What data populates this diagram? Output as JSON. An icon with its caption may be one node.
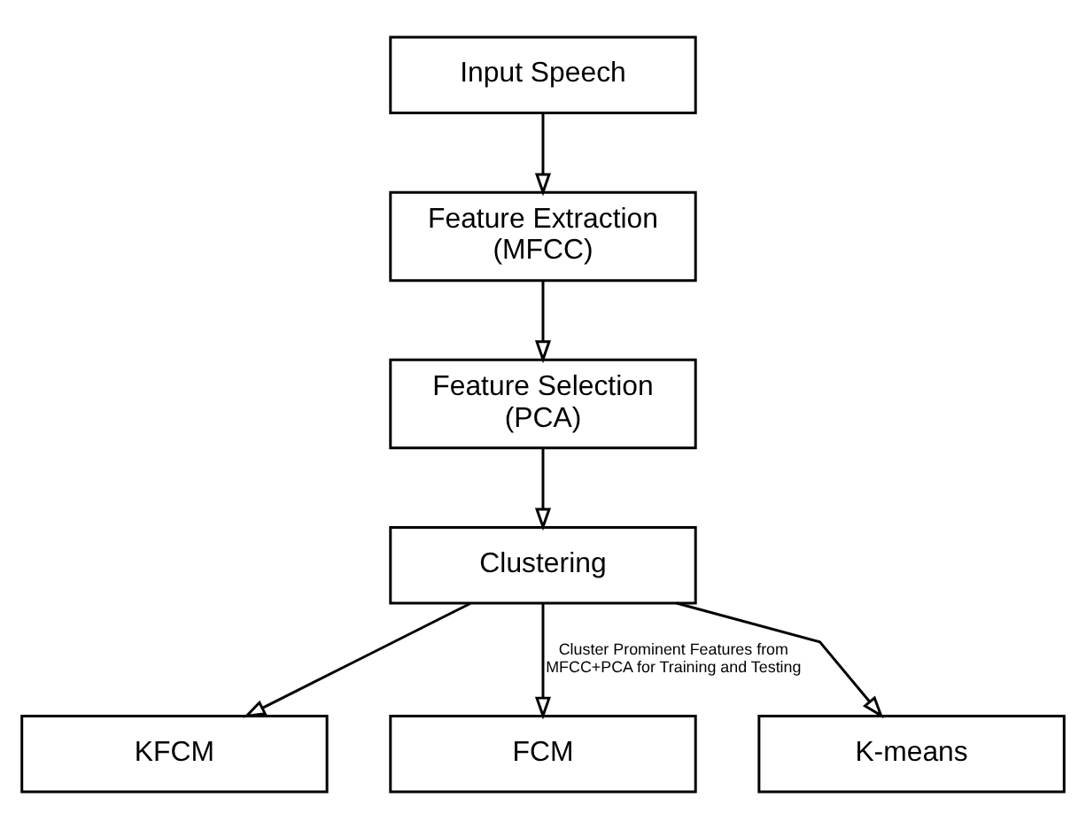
{
  "diagram": {
    "nodes": [
      {
        "text": [
          "Input Speech"
        ]
      },
      {
        "text": [
          "Feature Extraction (MFCC)"
        ]
      },
      {
        "text": [
          "Feature Selection (PCA)"
        ]
      },
      {
        "text": [
          "Clustering"
        ]
      },
      {
        "text": [
          "KFCM"
        ]
      },
      {
        "text": [
          "FCM"
        ]
      },
      {
        "text": [
          "K-means"
        ]
      }
    ],
    "edges": [
      {
        "from": 0,
        "to": 1,
        "arrow": "to"
      },
      {
        "from": 1,
        "to": 2,
        "arrow": "to"
      },
      {
        "from": 2,
        "to": 3,
        "arrow": "to"
      },
      {
        "from": 3,
        "to": 4,
        "arrow": "to"
      },
      {
        "from": 3,
        "to": 5,
        "arrow": "to",
        "label": "Cluster Prominent Features from MFCC+PCA for Training and Testing"
      },
      {
        "from": 3,
        "to": 6,
        "arrow": "to"
      }
    ]
  }
}
